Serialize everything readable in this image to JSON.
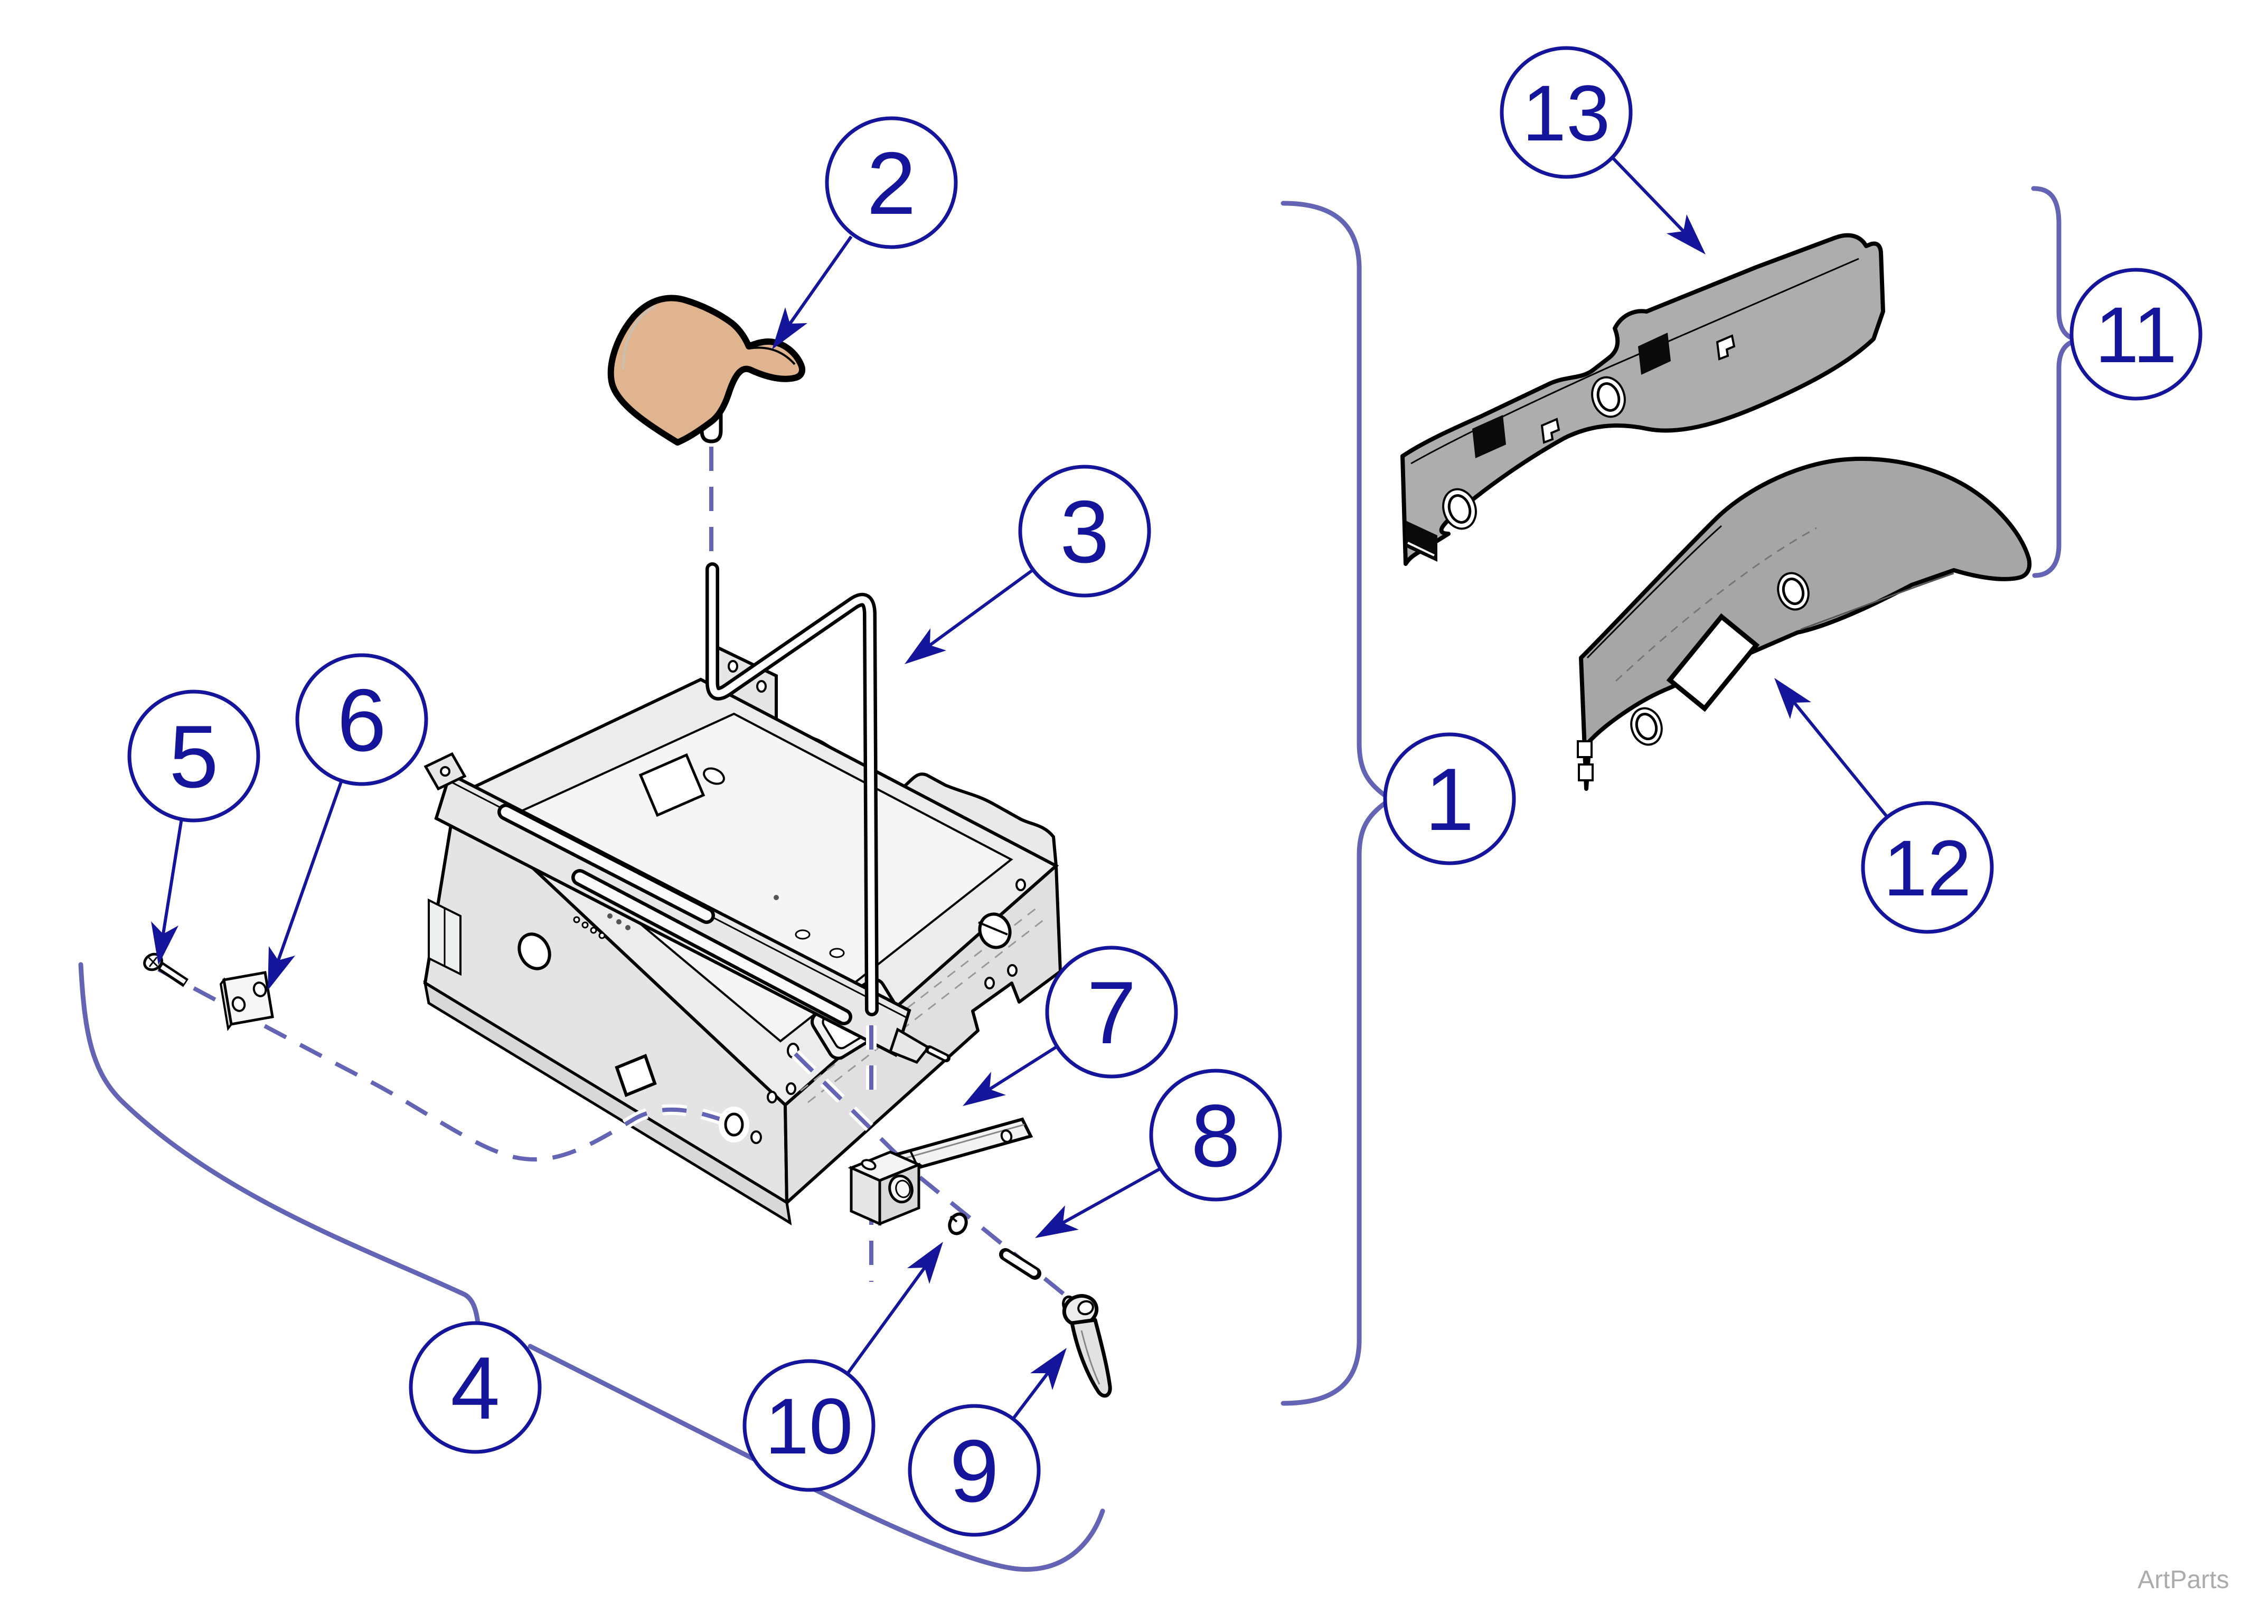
{
  "diagram": {
    "type": "exploded-parts-diagram",
    "watermark": "ArtParts",
    "callouts": [
      {
        "id": 1,
        "label": "1"
      },
      {
        "id": 2,
        "label": "2"
      },
      {
        "id": 3,
        "label": "3"
      },
      {
        "id": 4,
        "label": "4"
      },
      {
        "id": 5,
        "label": "5"
      },
      {
        "id": 6,
        "label": "6"
      },
      {
        "id": 7,
        "label": "7"
      },
      {
        "id": 8,
        "label": "8"
      },
      {
        "id": 9,
        "label": "9"
      },
      {
        "id": 10,
        "label": "10"
      },
      {
        "id": 11,
        "label": "11"
      },
      {
        "id": 12,
        "label": "12"
      },
      {
        "id": 13,
        "label": "13"
      }
    ],
    "colors": {
      "accent_navy": "#15159b",
      "leader_blue": "#6464b4",
      "part_gray": "#e8e8e8",
      "panel_gray": "#a9a9a9",
      "pad_tan": "#dfb48e",
      "watermark_gray": "#ababab"
    }
  }
}
